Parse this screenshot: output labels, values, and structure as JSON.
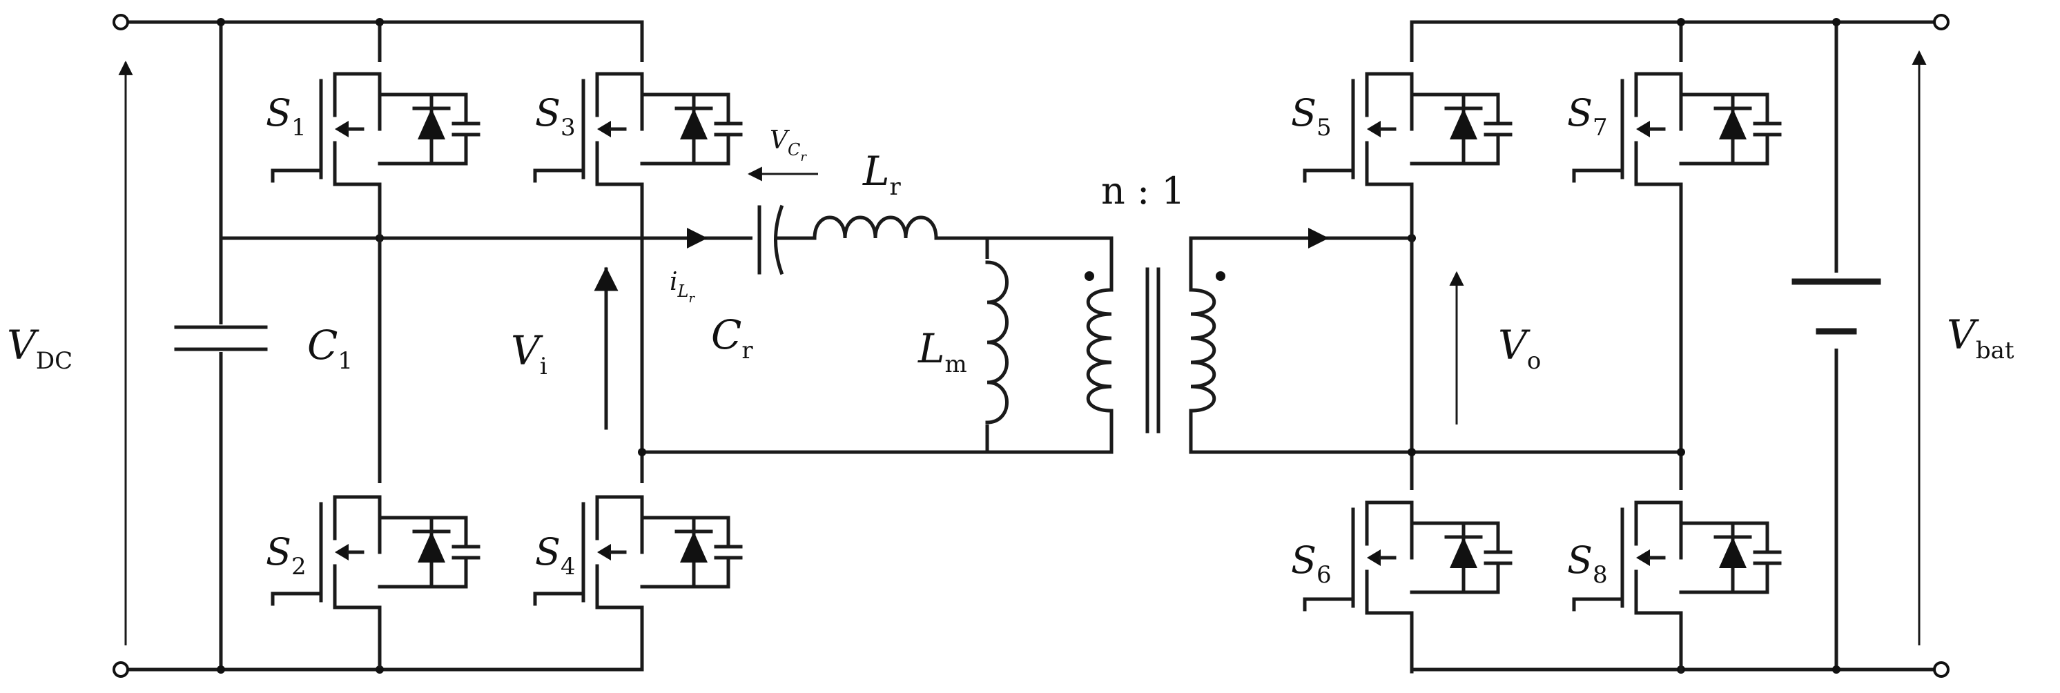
{
  "labels": {
    "vdc": {
      "main": "V",
      "sub": "DC"
    },
    "c1": {
      "main": "C",
      "sub": "1"
    },
    "vi": {
      "main": "V",
      "sub": "i"
    },
    "s1": {
      "main": "S",
      "sub": "1"
    },
    "s2": {
      "main": "S",
      "sub": "2"
    },
    "s3": {
      "main": "S",
      "sub": "3"
    },
    "s4": {
      "main": "S",
      "sub": "4"
    },
    "s5": {
      "main": "S",
      "sub": "5"
    },
    "s6": {
      "main": "S",
      "sub": "6"
    },
    "s7": {
      "main": "S",
      "sub": "7"
    },
    "s8": {
      "main": "S",
      "sub": "8"
    },
    "vcr": {
      "main": "V",
      "sub": "C",
      "subsub": "r"
    },
    "ilr": {
      "main": "i",
      "sub": "L",
      "subsub": "r"
    },
    "cr": {
      "main": "C",
      "sub": "r"
    },
    "lr": {
      "main": "L",
      "sub": "r"
    },
    "lm": {
      "main": "L",
      "sub": "m"
    },
    "ratio": "n : 1",
    "vo": {
      "main": "V",
      "sub": "o"
    },
    "vbat": {
      "main": "V",
      "sub": "bat"
    }
  }
}
